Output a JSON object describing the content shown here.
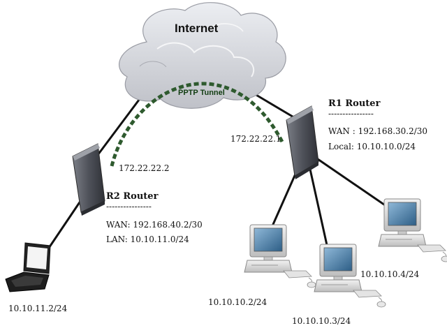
{
  "colors": {
    "tunnel": "#2e5a2e",
    "cloud_fill": "#d8d9de",
    "cloud_edge": "#9a9ca4",
    "link": "#111111",
    "router_body": "#55585f",
    "screen": "#3b6f96"
  },
  "internet": {
    "label": "Internet"
  },
  "tunnel": {
    "label": "PPTP Tunnel"
  },
  "r1": {
    "wan_ip": "172.22.22.1",
    "title": "R1 Router",
    "divider": "----------------",
    "wan": "WAN : 192.168.30.2/30",
    "local": "Local: 10.10.10.0/24"
  },
  "r2": {
    "wan_ip": "172.22.22.2",
    "title": "R2 Router",
    "divider": "----------------",
    "wan": "WAN: 192.168.40.2/30",
    "lan": "LAN: 10.10.11.0/24"
  },
  "hosts": {
    "laptop": "10.10.11.2/24",
    "pc1": "10.10.10.2/24",
    "pc2": "10.10.10.3/24",
    "pc3": "10.10.10.4/24"
  },
  "icons": {
    "cloud": "cloud-icon",
    "router": "router-icon",
    "laptop": "laptop-icon",
    "desktop": "desktop-computer-icon"
  }
}
